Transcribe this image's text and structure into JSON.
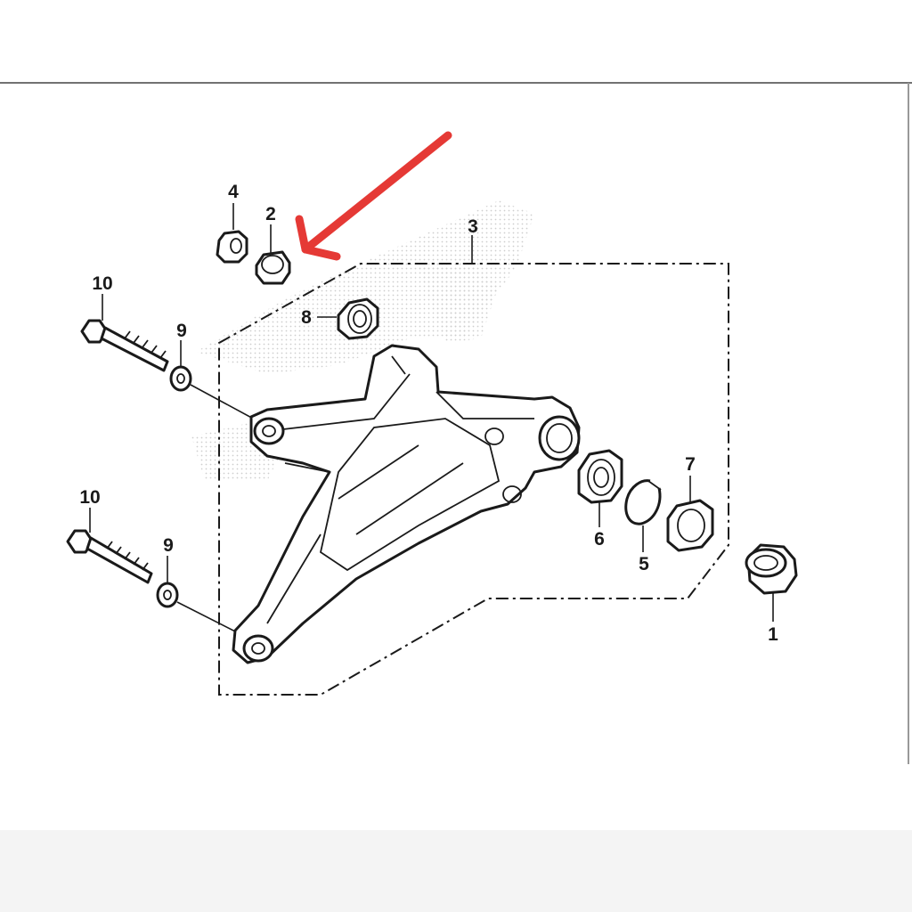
{
  "diagram": {
    "callouts": [
      {
        "id": "c4",
        "text": "4"
      },
      {
        "id": "c2",
        "text": "2"
      },
      {
        "id": "c3",
        "text": "3"
      },
      {
        "id": "c10a",
        "text": "10"
      },
      {
        "id": "c9a",
        "text": "9"
      },
      {
        "id": "c8",
        "text": "8"
      },
      {
        "id": "c7",
        "text": "7"
      },
      {
        "id": "c10b",
        "text": "10"
      },
      {
        "id": "c9b",
        "text": "9"
      },
      {
        "id": "c6",
        "text": "6"
      },
      {
        "id": "c5",
        "text": "5"
      },
      {
        "id": "c1",
        "text": "1"
      }
    ],
    "highlight_color": "#e53935",
    "line_color": "#1a1a1a",
    "watermark_color": "#c9c9c9"
  }
}
